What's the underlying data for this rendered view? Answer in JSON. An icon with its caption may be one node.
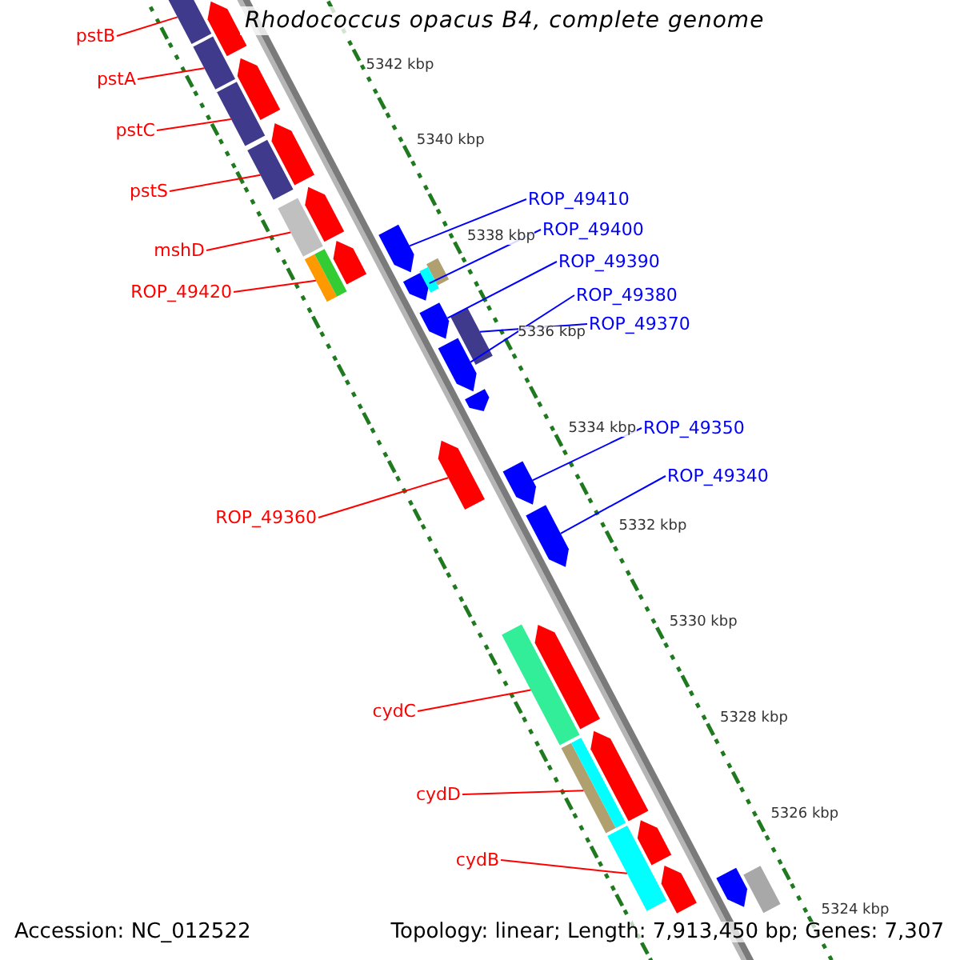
{
  "diagram": {
    "title": "Rhodococcus opacus B4, complete genome",
    "nodes": [
      {
        "text": [
          "pstB"
        ]
      },
      {
        "text": [],
        "shape": "box"
      },
      {
        "text": [
          "pstA"
        ]
      },
      {
        "text": [],
        "shape": "box"
      },
      {
        "text": [
          "pstC"
        ]
      },
      {
        "text": [],
        "shape": "box"
      },
      {
        "text": [
          "pstS"
        ]
      },
      {
        "text": [],
        "shape": "box"
      },
      {
        "text": [
          "mshD"
        ]
      },
      {
        "text": [],
        "shape": "box"
      },
      {
        "text": [
          "ROP_49420"
        ]
      },
      {
        "text": [],
        "shape": "box"
      },
      {
        "text": [
          "ROP_49410"
        ]
      },
      {
        "text": [],
        "shape": "arrow"
      },
      {
        "text": [
          "ROP_49400"
        ]
      },
      {
        "text": [],
        "shape": "arrow"
      },
      {
        "text": [
          "ROP_49390"
        ]
      },
      {
        "text": [],
        "shape": "arrow"
      },
      {
        "text": [
          "ROP_49380"
        ]
      },
      {
        "text": [],
        "shape": "arrow"
      },
      {
        "text": [
          "ROP_49370"
        ]
      },
      {
        "text": [],
        "shape": "box"
      },
      {
        "text": [
          "ROP_49360"
        ]
      },
      {
        "text": [],
        "shape": "arrow"
      },
      {
        "text": [
          "ROP_49350"
        ]
      },
      {
        "text": [],
        "shape": "arrow"
      },
      {
        "text": [
          "ROP_49340"
        ]
      },
      {
        "text": [],
        "shape": "arrow"
      },
      {
        "text": [
          "cydC"
        ]
      },
      {
        "text": [],
        "shape": "box"
      },
      {
        "text": [
          "cydD"
        ]
      },
      {
        "text": [],
        "shape": "box"
      },
      {
        "text": [
          "cydB"
        ]
      },
      {
        "text": [],
        "shape": "box"
      },
      {
        "text": [],
        "shape": "arrow"
      },
      {
        "text": [],
        "shape": "arrow"
      },
      {
        "text": [],
        "shape": "arrow"
      },
      {
        "text": [],
        "shape": "arrow"
      },
      {
        "text": [],
        "shape": "arrow"
      },
      {
        "text": [],
        "shape": "box"
      },
      {
        "text": [],
        "shape": "box"
      },
      {
        "text": [],
        "shape": "arrow"
      },
      {
        "text": [],
        "shape": "box"
      },
      {
        "text": [],
        "shape": "arrow"
      },
      {
        "text": [],
        "shape": "arrow"
      },
      {
        "text": [],
        "shape": "arrow"
      },
      {
        "text": [],
        "shape": "arrow"
      },
      {
        "text": [],
        "shape": "box"
      },
      {
        "text": [],
        "shape": "arrow"
      },
      {
        "text": [],
        "shape": "box"
      }
    ],
    "edges": [
      {
        "from": 0,
        "to": 1,
        "arrow": "none"
      },
      {
        "from": 2,
        "to": 3,
        "arrow": "none"
      },
      {
        "from": 4,
        "to": 5,
        "arrow": "none"
      },
      {
        "from": 6,
        "to": 7,
        "arrow": "none"
      },
      {
        "from": 8,
        "to": 9,
        "arrow": "none"
      },
      {
        "from": 10,
        "to": 11,
        "arrow": "none"
      },
      {
        "from": 12,
        "to": 13,
        "arrow": "none",
        "color": "#0000ff"
      },
      {
        "from": 14,
        "to": 15,
        "arrow": "none",
        "color": "#0000ff"
      },
      {
        "from": 16,
        "to": 17,
        "arrow": "none",
        "color": "#0000ff"
      },
      {
        "from": 18,
        "to": 19,
        "arrow": "none",
        "color": "#0000ff"
      },
      {
        "from": 20,
        "to": 21,
        "arrow": "none",
        "color": "#0000ff"
      },
      {
        "from": 22,
        "to": 23,
        "arrow": "none"
      },
      {
        "from": 24,
        "to": 25,
        "arrow": "none",
        "color": "#0000ff"
      },
      {
        "from": 26,
        "to": 27,
        "arrow": "none",
        "color": "#0000ff"
      },
      {
        "from": 28,
        "to": 29,
        "arrow": "none"
      },
      {
        "from": 30,
        "to": 31,
        "arrow": "none"
      },
      {
        "from": 32,
        "to": 33,
        "arrow": "none"
      }
    ],
    "labels": [
      "5342 kbp",
      "5340 kbp",
      "5338 kbp",
      "5336 kbp",
      "5334 kbp",
      "5332 kbp",
      "5330 kbp",
      "5328 kbp",
      "5326 kbp",
      "5324 kbp",
      "Accession: NC_012522",
      "Topology: linear; Length: 7,913,450 bp; Genes: 7,307"
    ]
  }
}
